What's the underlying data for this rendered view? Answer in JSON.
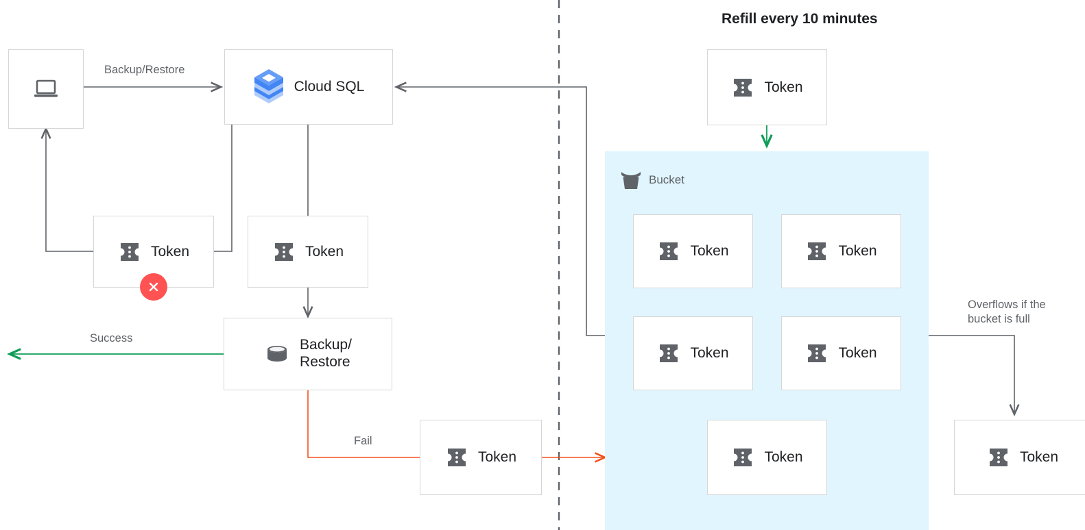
{
  "diagram": {
    "title": "Refill every 10 minutes",
    "colors": {
      "bucket_fill": "#e1f5fe",
      "success_green": "#0f9d58",
      "fail_red": "#f4511e",
      "error_badge": "#ff5252",
      "line_gray": "#5f6368",
      "box_border": "#d6d6d6",
      "cloudsql_blue": "#4285f4"
    },
    "nodes": {
      "client": {
        "label": "",
        "icon": "laptop-icon"
      },
      "cloudsql": {
        "label": "Cloud SQL",
        "icon": "cloud-sql-icon"
      },
      "token_rejected": {
        "label": "Token",
        "icon": "token-icon",
        "badge": "error-x-icon"
      },
      "token_consumed": {
        "label": "Token",
        "icon": "token-icon"
      },
      "backup_restore": {
        "label": "Backup/\nRestore",
        "icon": "database-icon"
      },
      "token_fail_return": {
        "label": "Token",
        "icon": "token-icon"
      },
      "token_refill": {
        "label": "Token",
        "icon": "token-icon"
      },
      "token_overflow": {
        "label": "Token",
        "icon": "token-icon"
      }
    },
    "bucket": {
      "label": "Bucket",
      "icon": "bucket-icon",
      "tokens": [
        {
          "label": "Token"
        },
        {
          "label": "Token"
        },
        {
          "label": "Token"
        },
        {
          "label": "Token"
        },
        {
          "label": "Token"
        }
      ]
    },
    "edges": [
      {
        "name": "backup-restore-edge",
        "label": "Backup/Restore",
        "color": "#5f6368"
      },
      {
        "name": "success-edge",
        "label": "Success",
        "color": "#0f9d58"
      },
      {
        "name": "fail-edge",
        "label": "Fail",
        "color": "#f4511e"
      },
      {
        "name": "overflow-edge",
        "label": "Overflows if the\nbucket is full",
        "color": "#5f6368"
      }
    ]
  }
}
